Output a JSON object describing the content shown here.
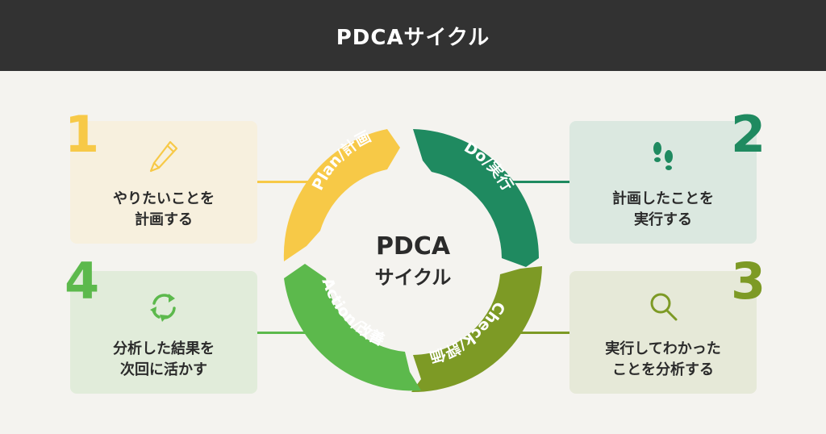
{
  "header": {
    "title": "PDCAサイクル"
  },
  "center": {
    "line1": "PDCA",
    "line2": "サイクル"
  },
  "segments": [
    {
      "label": "Plan/計画",
      "color": "#f7c947"
    },
    {
      "label": "Do/実行",
      "color": "#1f8a60"
    },
    {
      "label": "Check/評価",
      "color": "#7d9a25"
    },
    {
      "label": "Action/改善",
      "color": "#5cb94c"
    }
  ],
  "cards": {
    "plan": {
      "number": "1",
      "lines": [
        "やりたいことを",
        "計画する"
      ],
      "icon": "pencil-icon",
      "bg": "#f7f0de",
      "accent": "#f7c947"
    },
    "do": {
      "number": "2",
      "lines": [
        "計画したことを",
        "実行する"
      ],
      "icon": "footprints-icon",
      "bg": "#dbe8e0",
      "accent": "#1f8a60"
    },
    "check": {
      "number": "3",
      "lines": [
        "実行してわかった",
        "ことを分析する"
      ],
      "icon": "magnifier-icon",
      "bg": "#e6e9d8",
      "accent": "#7d9a25"
    },
    "action": {
      "number": "4",
      "lines": [
        "分析した結果を",
        "次回に活かす"
      ],
      "icon": "recycle-icon",
      "bg": "#e1ecda",
      "accent": "#5cb94c"
    }
  }
}
